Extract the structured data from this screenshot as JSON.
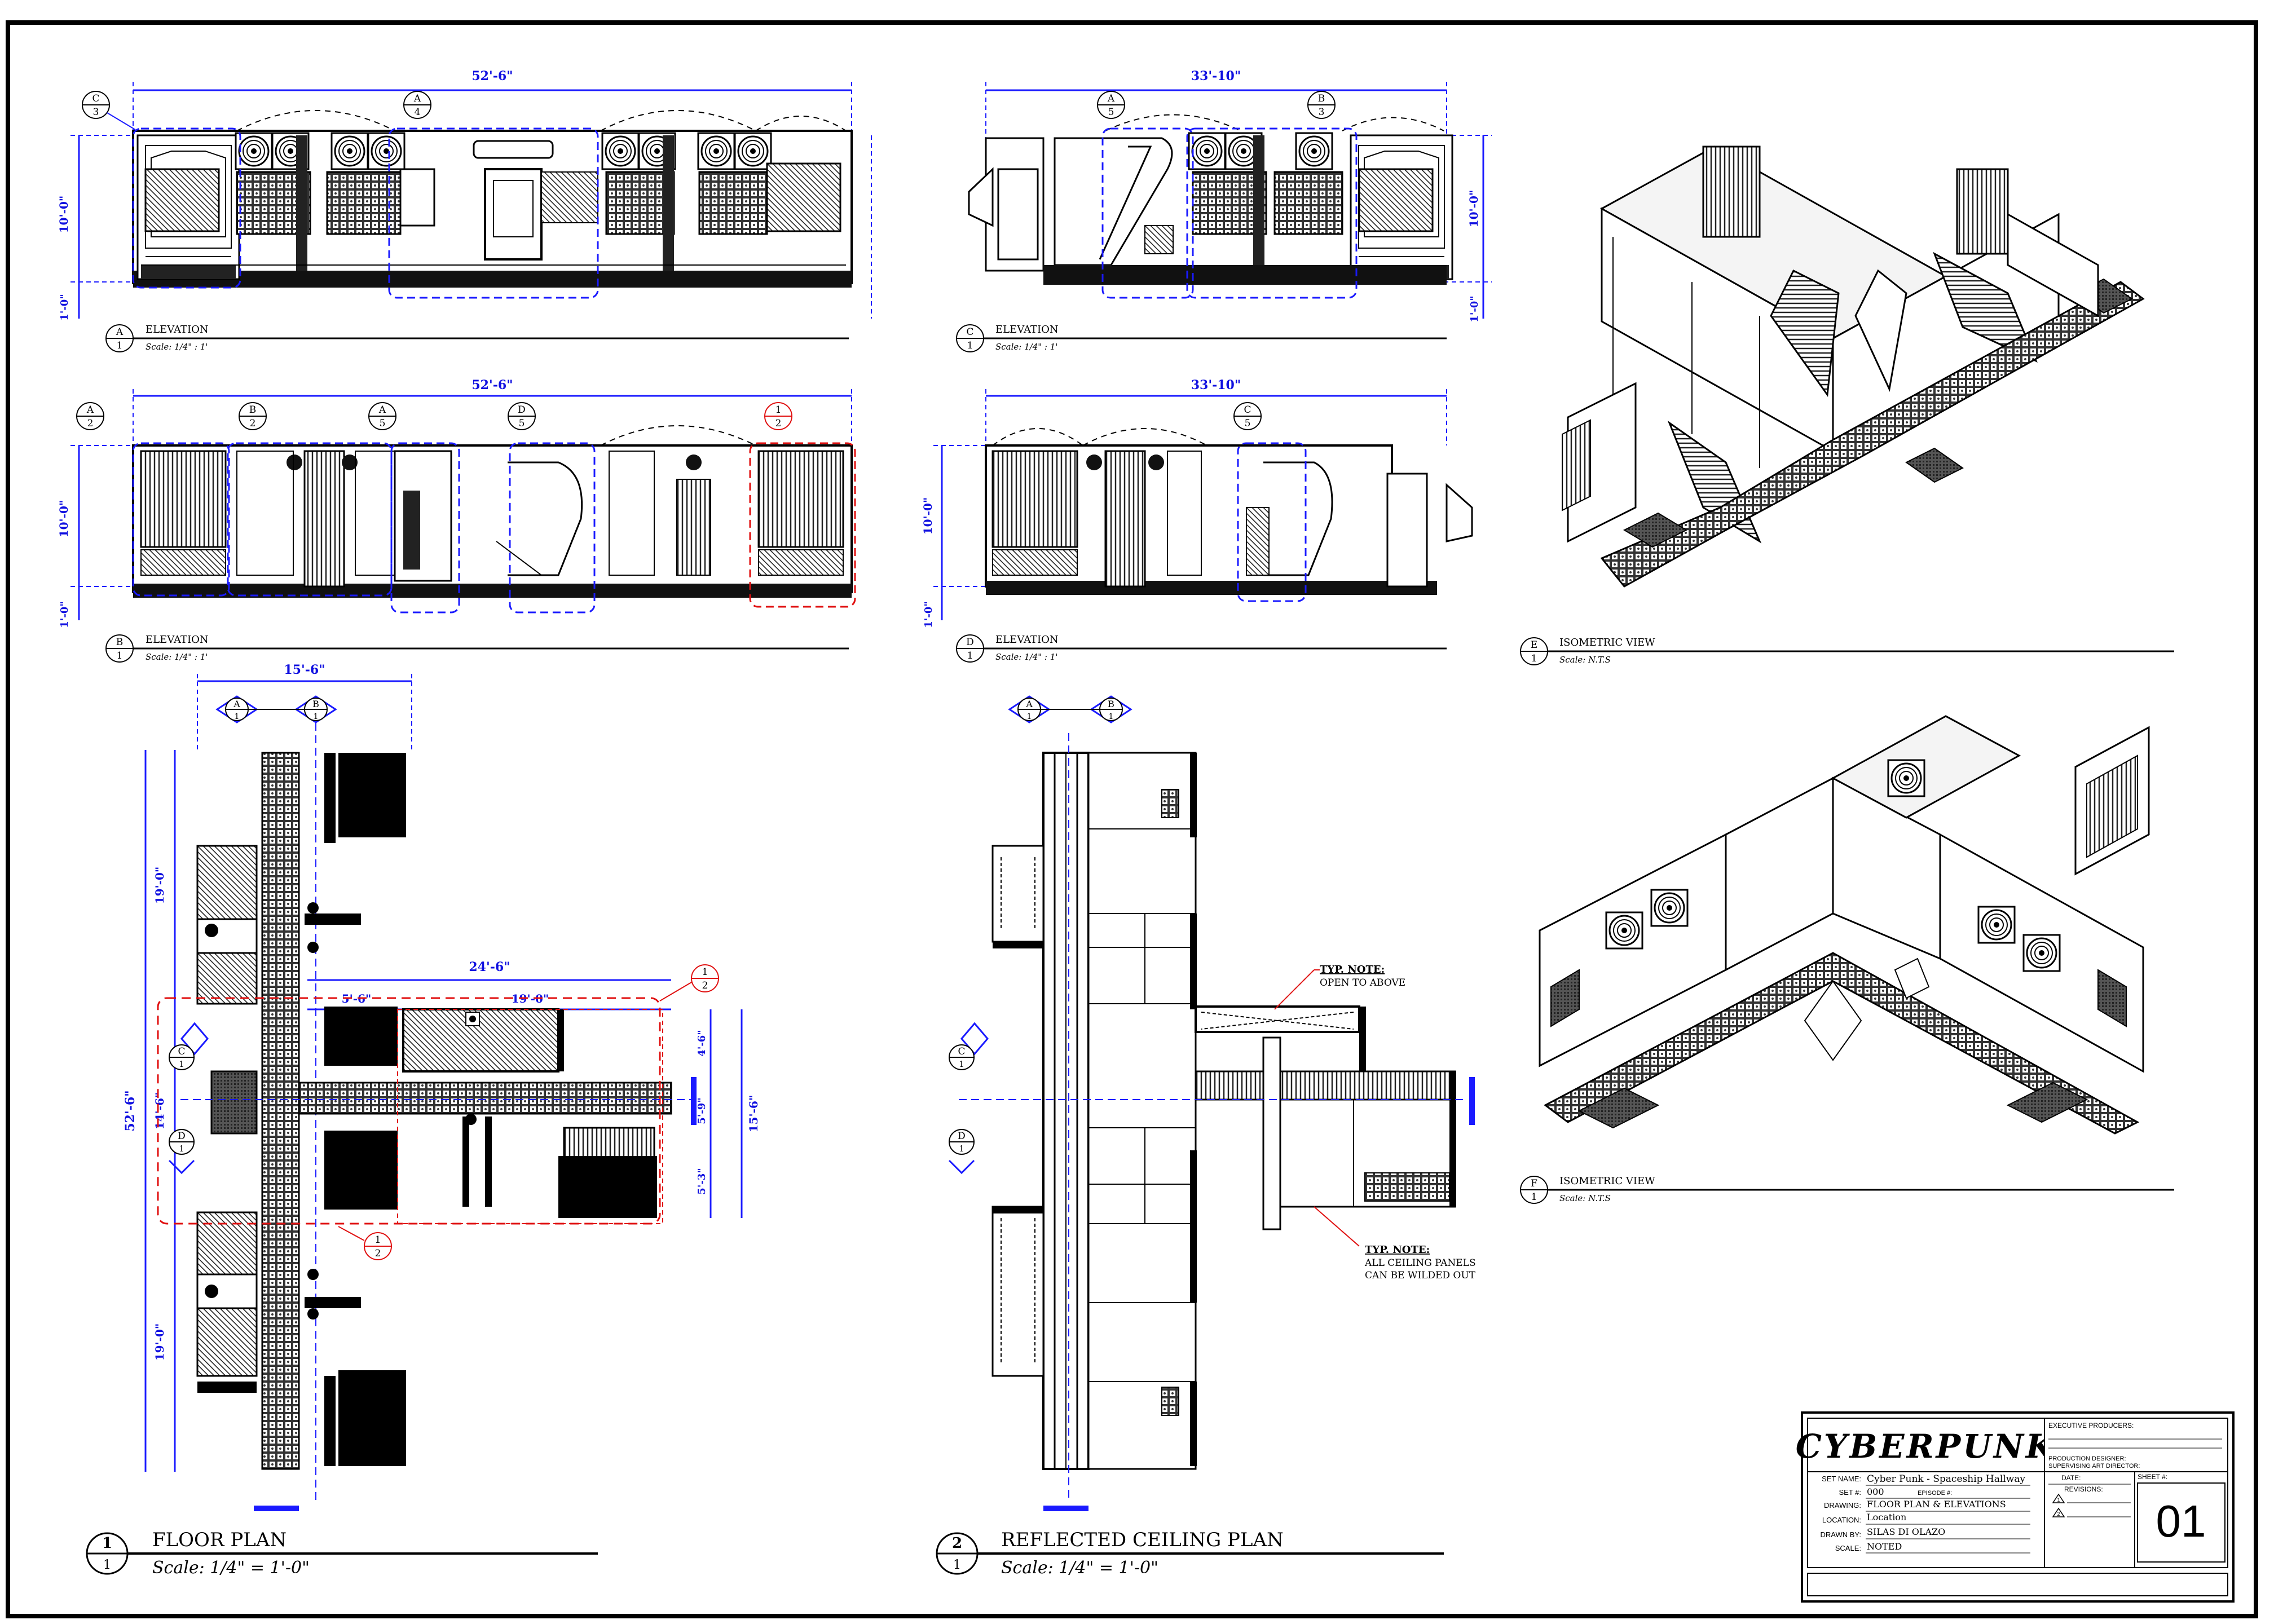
{
  "views": {
    "A": {
      "letter": "A",
      "num": "1",
      "title": "ELEVATION",
      "scale": "Scale: 1/4\" : 1'",
      "dim_width": "52'-6\"",
      "dim_height": "10'-0\"",
      "dim_base": "1'-0\""
    },
    "B": {
      "letter": "B",
      "num": "1",
      "title": "ELEVATION",
      "scale": "Scale: 1/4\" : 1'",
      "dim_width": "52'-6\"",
      "dim_height": "10'-0\"",
      "dim_base": "1'-0\""
    },
    "C": {
      "letter": "C",
      "num": "1",
      "title": "ELEVATION",
      "scale": "Scale: 1/4\" : 1'",
      "dim_width": "33'-10\"",
      "dim_height": "10'-0\"",
      "dim_base": "1'-0\""
    },
    "D": {
      "letter": "D",
      "num": "1",
      "title": "ELEVATION",
      "scale": "Scale: 1/4\" : 1'",
      "dim_width": "33'-10\"",
      "dim_height": "10'-0\"",
      "dim_base": "1'-0\""
    },
    "E": {
      "letter": "E",
      "num": "1",
      "title": "ISOMETRIC VIEW",
      "scale": "Scale: N.T.S"
    },
    "F": {
      "letter": "F",
      "num": "1",
      "title": "ISOMETRIC VIEW",
      "scale": "Scale: N.T.S"
    }
  },
  "callouts_a": [
    {
      "top": "C",
      "bottom": "3"
    },
    {
      "top": "A",
      "bottom": "4"
    }
  ],
  "callouts_b": [
    {
      "top": "A",
      "bottom": "2"
    },
    {
      "top": "B",
      "bottom": "2"
    },
    {
      "top": "A",
      "bottom": "5"
    },
    {
      "top": "D",
      "bottom": "5"
    },
    {
      "top": "1",
      "bottom": "2"
    }
  ],
  "callouts_c": [
    {
      "top": "A",
      "bottom": "5"
    },
    {
      "top": "B",
      "bottom": "3"
    }
  ],
  "callouts_d": [
    {
      "top": "C",
      "bottom": "5"
    }
  ],
  "floor_plan": {
    "num": "1",
    "sub": "1",
    "title": "FLOOR PLAN",
    "scale": "Scale: 1/4\" = 1'-0\"",
    "dims": {
      "top": "15'-6\"",
      "upper": "19'-0\"",
      "middle": "14'-6\"",
      "lower": "19'-0\"",
      "total": "52'-6\"",
      "wing": "24'-6\"",
      "wing_a": "5'-6\"",
      "wing_b": "19'-0\"",
      "r1": "4'-6\"",
      "r2": "5'-9\"",
      "r3": "5'-3\"",
      "r_total": "15'-6\""
    },
    "section_markers": [
      {
        "l": "A",
        "n": "1"
      },
      {
        "l": "B",
        "n": "1"
      },
      {
        "l": "C",
        "n": "1"
      },
      {
        "l": "D",
        "n": "1"
      }
    ],
    "detail_callouts": [
      {
        "top": "1",
        "bottom": "2"
      },
      {
        "top": "1",
        "bottom": "2"
      }
    ]
  },
  "ceiling_plan": {
    "num": "2",
    "sub": "1",
    "title": "REFLECTED CEILING PLAN",
    "scale": "Scale: 1/4\" = 1'-0\"",
    "note1_head": "TYP. NOTE:",
    "note1_body": "OPEN TO ABOVE",
    "note2_head": "TYP. NOTE:",
    "note2_body1": "ALL CEILING PANELS",
    "note2_body2": "CAN BE WILDED OUT",
    "section_markers": [
      {
        "l": "A",
        "n": "1"
      },
      {
        "l": "B",
        "n": "1"
      },
      {
        "l": "C",
        "n": "1"
      },
      {
        "l": "D",
        "n": "1"
      }
    ]
  },
  "title_block": {
    "logo": "CYBERPUNK",
    "executive_producers_label": "EXECUTIVE PRODUCERS:",
    "production_designer_label": "PRODUCTION DESIGNER:",
    "supervising_art_director_label": "SUPERVISING ART DIRECTOR:",
    "date_label": "DATE:",
    "revisions_label": "REVISIONS:",
    "rev1": "1",
    "rev2": "2",
    "sheet_label": "SHEET #:",
    "sheet_number": "01",
    "set_name_label": "SET NAME:",
    "set_name": "Cyber Punk - Spaceship Hallway",
    "set_no_label": "SET #:",
    "set_no": "000",
    "episode_label": "EPISODE #:",
    "drawing_label": "DRAWING:",
    "drawing": "FLOOR PLAN & ELEVATIONS",
    "location_label": "LOCATION:",
    "location": "Location",
    "drawn_by_label": "DRAWN BY:",
    "drawn_by": "SILAS DI OLAZO",
    "scale_label": "SCALE:",
    "scale": "NOTED"
  },
  "colors": {
    "dimension": "#1a1aff",
    "highlight": "#e01010",
    "ink": "#000000"
  }
}
